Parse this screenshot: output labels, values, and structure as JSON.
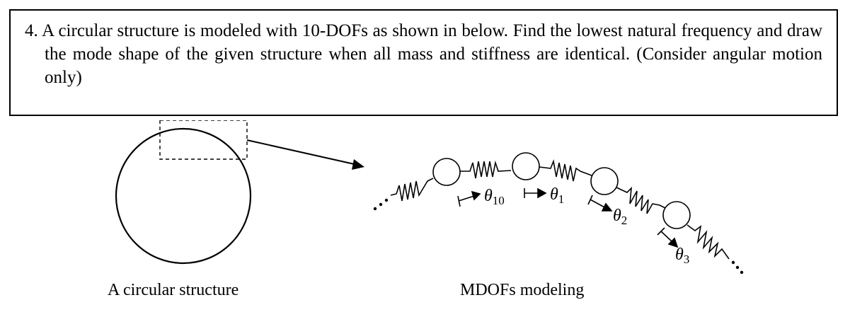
{
  "problem": {
    "number": "4.",
    "text": "A circular structure is modeled with 10-DOFs as shown in below. Find the lowest natural frequency and draw the mode shape of the given structure when all mass and stiffness are identical. (Consider angular motion only)"
  },
  "figure": {
    "left_caption": "A circular structure",
    "right_caption": "MDOFs modeling",
    "labels": [
      {
        "theta": "θ",
        "sub": "10"
      },
      {
        "theta": "θ",
        "sub": "1"
      },
      {
        "theta": "θ",
        "sub": "2"
      },
      {
        "theta": "θ",
        "sub": "3"
      }
    ],
    "ellipsis": "..."
  }
}
